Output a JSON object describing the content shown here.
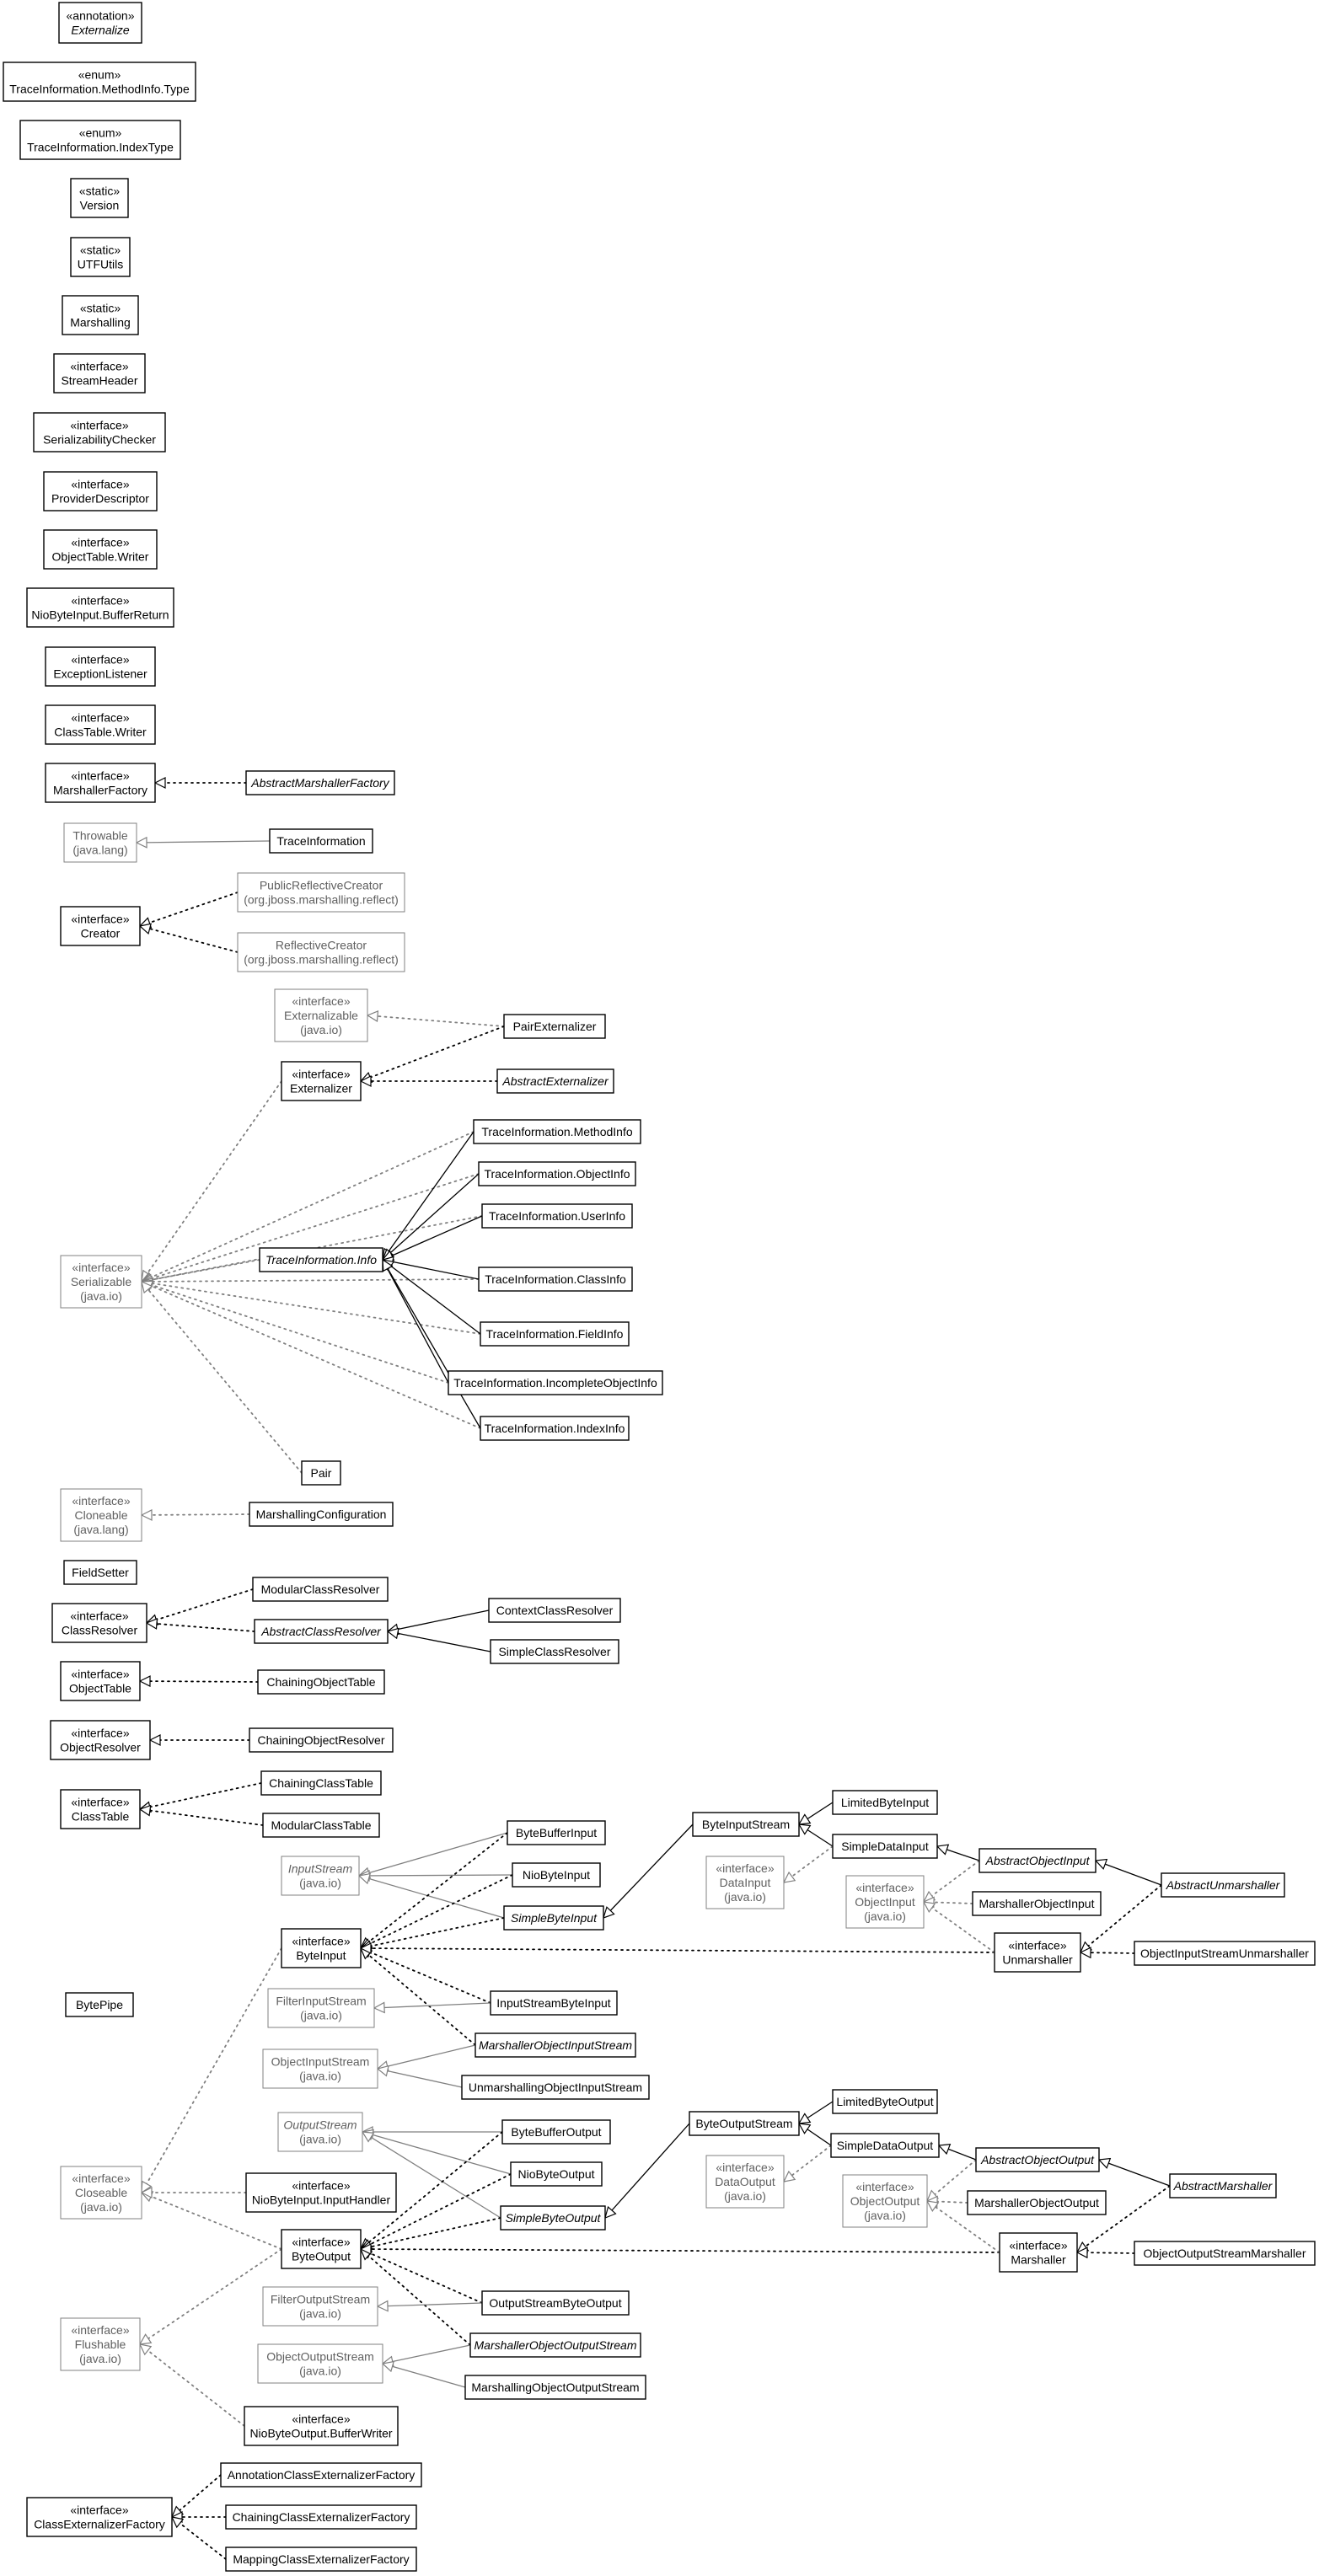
{
  "title": "",
  "palette": {
    "stroke": "#000000",
    "external_stroke": "#808080",
    "external_text": "#606060",
    "background": "#ffffff"
  },
  "nodes": {
    "n1": {
      "stereo": "«annotation»",
      "name": "Externalize",
      "italic": true
    },
    "n2": {
      "stereo": "«enum»",
      "name": "TraceInformation.MethodInfo.Type"
    },
    "n3": {
      "stereo": "«enum»",
      "name": "TraceInformation.IndexType"
    },
    "n4": {
      "stereo": "«static»",
      "name": "Version"
    },
    "n5": {
      "stereo": "«static»",
      "name": "UTFUtils"
    },
    "n6": {
      "stereo": "«static»",
      "name": "Marshalling"
    },
    "n7": {
      "stereo": "«interface»",
      "name": "StreamHeader"
    },
    "n8": {
      "stereo": "«interface»",
      "name": "SerializabilityChecker"
    },
    "n9": {
      "stereo": "«interface»",
      "name": "ProviderDescriptor"
    },
    "n10": {
      "stereo": "«interface»",
      "name": "ObjectTable.Writer"
    },
    "n11": {
      "stereo": "«interface»",
      "name": "NioByteInput.BufferReturn"
    },
    "n12": {
      "stereo": "«interface»",
      "name": "ExceptionListener"
    },
    "n13": {
      "stereo": "«interface»",
      "name": "ClassTable.Writer"
    },
    "n14": {
      "stereo": "«interface»",
      "name": "MarshallerFactory"
    },
    "n15": {
      "name": "AbstractMarshallerFactory",
      "italic": true
    },
    "n16": {
      "name": "Throwable",
      "pkg": "(java.lang)",
      "external": true
    },
    "n17": {
      "name": "TraceInformation"
    },
    "n18": {
      "stereo": "«interface»",
      "name": "Creator"
    },
    "n19": {
      "name": "PublicReflectiveCreator",
      "pkg": "(org.jboss.marshalling.reflect)",
      "external": true
    },
    "n20": {
      "name": "ReflectiveCreator",
      "pkg": "(org.jboss.marshalling.reflect)",
      "external": true
    },
    "n21": {
      "stereo": "«interface»",
      "name": "Externalizable",
      "pkg": "(java.io)",
      "external": true
    },
    "n22": {
      "name": "PairExternalizer"
    },
    "n23": {
      "stereo": "«interface»",
      "name": "Externalizer"
    },
    "n24": {
      "name": "AbstractExternalizer",
      "italic": true
    },
    "n25": {
      "name": "TraceInformation.MethodInfo"
    },
    "n26": {
      "name": "TraceInformation.ObjectInfo"
    },
    "n27": {
      "name": "TraceInformation.UserInfo"
    },
    "n28": {
      "name": "TraceInformation.Info",
      "italic": true
    },
    "n29": {
      "stereo": "«interface»",
      "name": "Serializable",
      "pkg": "(java.io)",
      "external": true
    },
    "n30": {
      "name": "TraceInformation.ClassInfo"
    },
    "n31": {
      "name": "TraceInformation.FieldInfo"
    },
    "n32": {
      "name": "TraceInformation.IncompleteObjectInfo"
    },
    "n33": {
      "name": "TraceInformation.IndexInfo"
    },
    "n34": {
      "name": "Pair"
    },
    "n35": {
      "stereo": "«interface»",
      "name": "Cloneable",
      "pkg": "(java.lang)",
      "external": true
    },
    "n36": {
      "name": "MarshallingConfiguration"
    },
    "n37": {
      "name": "FieldSetter"
    },
    "n38": {
      "name": "ModularClassResolver"
    },
    "n39": {
      "stereo": "«interface»",
      "name": "ClassResolver"
    },
    "n40": {
      "name": "AbstractClassResolver",
      "italic": true
    },
    "n41": {
      "name": "ContextClassResolver"
    },
    "n42": {
      "name": "SimpleClassResolver"
    },
    "n43": {
      "stereo": "«interface»",
      "name": "ObjectTable"
    },
    "n44": {
      "name": "ChainingObjectTable"
    },
    "n45": {
      "stereo": "«interface»",
      "name": "ObjectResolver"
    },
    "n46": {
      "name": "ChainingObjectResolver"
    },
    "n47": {
      "name": "ChainingClassTable"
    },
    "n48": {
      "stereo": "«interface»",
      "name": "ClassTable"
    },
    "n49": {
      "name": "ModularClassTable"
    },
    "n50": {
      "name": "LimitedByteInput"
    },
    "n51": {
      "name": "ByteBufferInput"
    },
    "n52": {
      "name": "ByteInputStream"
    },
    "n53": {
      "name": "SimpleDataInput"
    },
    "n54": {
      "name": "AbstractObjectInput",
      "italic": true
    },
    "n55": {
      "name": "InputStream",
      "pkg": "(java.io)",
      "external": true,
      "italic": true
    },
    "n56": {
      "name": "NioByteInput"
    },
    "n57": {
      "stereo": "«interface»",
      "name": "DataInput",
      "pkg": "(java.io)",
      "external": true
    },
    "n58": {
      "name": "AbstractUnmarshaller",
      "italic": true
    },
    "n59": {
      "stereo": "«interface»",
      "name": "ObjectInput",
      "pkg": "(java.io)",
      "external": true
    },
    "n60": {
      "name": "MarshallerObjectInput"
    },
    "n61": {
      "name": "SimpleByteInput",
      "italic": true
    },
    "n62": {
      "stereo": "«interface»",
      "name": "ByteInput"
    },
    "n63": {
      "stereo": "«interface»",
      "name": "Unmarshaller"
    },
    "n64": {
      "name": "ObjectInputStreamUnmarshaller"
    },
    "n65": {
      "name": "BytePipe"
    },
    "n66": {
      "name": "FilterInputStream",
      "pkg": "(java.io)",
      "external": true
    },
    "n67": {
      "name": "InputStreamByteInput"
    },
    "n68": {
      "name": "MarshallerObjectInputStream",
      "italic": true
    },
    "n69": {
      "name": "ObjectInputStream",
      "pkg": "(java.io)",
      "external": true
    },
    "n70": {
      "name": "UnmarshallingObjectInputStream"
    },
    "n71": {
      "name": "LimitedByteOutput"
    },
    "n72": {
      "name": "ByteOutputStream"
    },
    "n73": {
      "name": "OutputStream",
      "pkg": "(java.io)",
      "external": true,
      "italic": true
    },
    "n74": {
      "name": "ByteBufferOutput"
    },
    "n75": {
      "name": "SimpleDataOutput"
    },
    "n76": {
      "name": "AbstractObjectOutput",
      "italic": true
    },
    "n77": {
      "stereo": "«interface»",
      "name": "DataOutput",
      "pkg": "(java.io)",
      "external": true
    },
    "n78": {
      "name": "NioByteOutput"
    },
    "n79": {
      "name": "AbstractMarshaller",
      "italic": true
    },
    "n80": {
      "stereo": "«interface»",
      "name": "ObjectOutput",
      "pkg": "(java.io)",
      "external": true
    },
    "n81": {
      "name": "MarshallerObjectOutput"
    },
    "n82": {
      "stereo": "«interface»",
      "name": "Closeable",
      "pkg": "(java.io)",
      "external": true
    },
    "n83": {
      "stereo": "«interface»",
      "name": "NioByteInput.InputHandler"
    },
    "n84": {
      "name": "SimpleByteOutput",
      "italic": true
    },
    "n85": {
      "stereo": "«interface»",
      "name": "ByteOutput"
    },
    "n86": {
      "stereo": "«interface»",
      "name": "Marshaller"
    },
    "n87": {
      "name": "ObjectOutputStreamMarshaller"
    },
    "n88": {
      "name": "FilterOutputStream",
      "pkg": "(java.io)",
      "external": true
    },
    "n89": {
      "name": "OutputStreamByteOutput"
    },
    "n90": {
      "name": "MarshallerObjectOutputStream",
      "italic": true
    },
    "n91": {
      "stereo": "«interface»",
      "name": "Flushable",
      "pkg": "(java.io)",
      "external": true
    },
    "n92": {
      "name": "ObjectOutputStream",
      "pkg": "(java.io)",
      "external": true
    },
    "n93": {
      "name": "MarshallingObjectOutputStream"
    },
    "n94": {
      "stereo": "«interface»",
      "name": "NioByteOutput.BufferWriter"
    },
    "n95": {
      "name": "AnnotationClassExternalizerFactory"
    },
    "n96": {
      "stereo": "«interface»",
      "name": "ClassExternalizerFactory"
    },
    "n97": {
      "name": "ChainingClassExternalizerFactory"
    },
    "n98": {
      "name": "MappingClassExternalizerFactory"
    }
  },
  "edges": [
    [
      "n15",
      "n14",
      "realize"
    ],
    [
      "n17",
      "n16",
      "extends"
    ],
    [
      "n19",
      "n18",
      "realize"
    ],
    [
      "n20",
      "n18",
      "realize"
    ],
    [
      "n22",
      "n21",
      "realize"
    ],
    [
      "n22",
      "n23",
      "realize"
    ],
    [
      "n24",
      "n23",
      "realize"
    ],
    [
      "n23",
      "n29",
      "realize"
    ],
    [
      "n25",
      "n29",
      "realize"
    ],
    [
      "n26",
      "n29",
      "realize"
    ],
    [
      "n27",
      "n29",
      "realize"
    ],
    [
      "n28",
      "n29",
      "realize"
    ],
    [
      "n30",
      "n29",
      "realize"
    ],
    [
      "n31",
      "n29",
      "realize"
    ],
    [
      "n32",
      "n29",
      "realize"
    ],
    [
      "n33",
      "n29",
      "realize"
    ],
    [
      "n34",
      "n29",
      "realize"
    ],
    [
      "n25",
      "n28",
      "extends"
    ],
    [
      "n26",
      "n28",
      "extends"
    ],
    [
      "n27",
      "n28",
      "extends"
    ],
    [
      "n30",
      "n28",
      "extends"
    ],
    [
      "n31",
      "n28",
      "extends"
    ],
    [
      "n32",
      "n28",
      "extends"
    ],
    [
      "n33",
      "n28",
      "extends"
    ],
    [
      "n36",
      "n35",
      "realize"
    ],
    [
      "n38",
      "n39",
      "realize"
    ],
    [
      "n40",
      "n39",
      "realize"
    ],
    [
      "n41",
      "n40",
      "extends"
    ],
    [
      "n42",
      "n40",
      "extends"
    ],
    [
      "n44",
      "n43",
      "realize"
    ],
    [
      "n46",
      "n45",
      "realize"
    ],
    [
      "n47",
      "n48",
      "realize"
    ],
    [
      "n49",
      "n48",
      "realize"
    ],
    [
      "n50",
      "n52",
      "extends"
    ],
    [
      "n53",
      "n52",
      "extends"
    ],
    [
      "n52",
      "n61",
      "extends"
    ],
    [
      "n51",
      "n55",
      "extends"
    ],
    [
      "n56",
      "n55",
      "extends"
    ],
    [
      "n61",
      "n55",
      "extends"
    ],
    [
      "n51",
      "n62",
      "realize"
    ],
    [
      "n56",
      "n62",
      "realize"
    ],
    [
      "n61",
      "n62",
      "realize"
    ],
    [
      "n67",
      "n62",
      "realize"
    ],
    [
      "n68",
      "n62",
      "realize"
    ],
    [
      "n63",
      "n62",
      "realize"
    ],
    [
      "n62",
      "n82",
      "realize"
    ],
    [
      "n53",
      "n57",
      "realize"
    ],
    [
      "n54",
      "n53",
      "extends"
    ],
    [
      "n58",
      "n54",
      "extends"
    ],
    [
      "n54",
      "n59",
      "realize"
    ],
    [
      "n60",
      "n59",
      "realize"
    ],
    [
      "n63",
      "n59",
      "realize"
    ],
    [
      "n58",
      "n63",
      "realize"
    ],
    [
      "n64",
      "n63",
      "realize"
    ],
    [
      "n67",
      "n66",
      "extends"
    ],
    [
      "n68",
      "n69",
      "extends"
    ],
    [
      "n70",
      "n69",
      "extends"
    ],
    [
      "n71",
      "n72",
      "extends"
    ],
    [
      "n75",
      "n72",
      "extends"
    ],
    [
      "n72",
      "n84",
      "extends"
    ],
    [
      "n74",
      "n73",
      "extends"
    ],
    [
      "n78",
      "n73",
      "extends"
    ],
    [
      "n84",
      "n73",
      "extends"
    ],
    [
      "n74",
      "n85",
      "realize"
    ],
    [
      "n78",
      "n85",
      "realize"
    ],
    [
      "n84",
      "n85",
      "realize"
    ],
    [
      "n89",
      "n85",
      "realize"
    ],
    [
      "n90",
      "n85",
      "realize"
    ],
    [
      "n86",
      "n85",
      "realize"
    ],
    [
      "n85",
      "n82",
      "realize"
    ],
    [
      "n85",
      "n91",
      "realize"
    ],
    [
      "n75",
      "n77",
      "realize"
    ],
    [
      "n76",
      "n75",
      "extends"
    ],
    [
      "n79",
      "n76",
      "extends"
    ],
    [
      "n76",
      "n80",
      "realize"
    ],
    [
      "n81",
      "n80",
      "realize"
    ],
    [
      "n86",
      "n80",
      "realize"
    ],
    [
      "n79",
      "n86",
      "realize"
    ],
    [
      "n87",
      "n86",
      "realize"
    ],
    [
      "n89",
      "n88",
      "extends"
    ],
    [
      "n90",
      "n92",
      "extends"
    ],
    [
      "n93",
      "n92",
      "extends"
    ],
    [
      "n83",
      "n82",
      "realize"
    ],
    [
      "n94",
      "n91",
      "realize"
    ],
    [
      "n95",
      "n96",
      "realize"
    ],
    [
      "n97",
      "n96",
      "realize"
    ],
    [
      "n98",
      "n96",
      "realize"
    ]
  ]
}
